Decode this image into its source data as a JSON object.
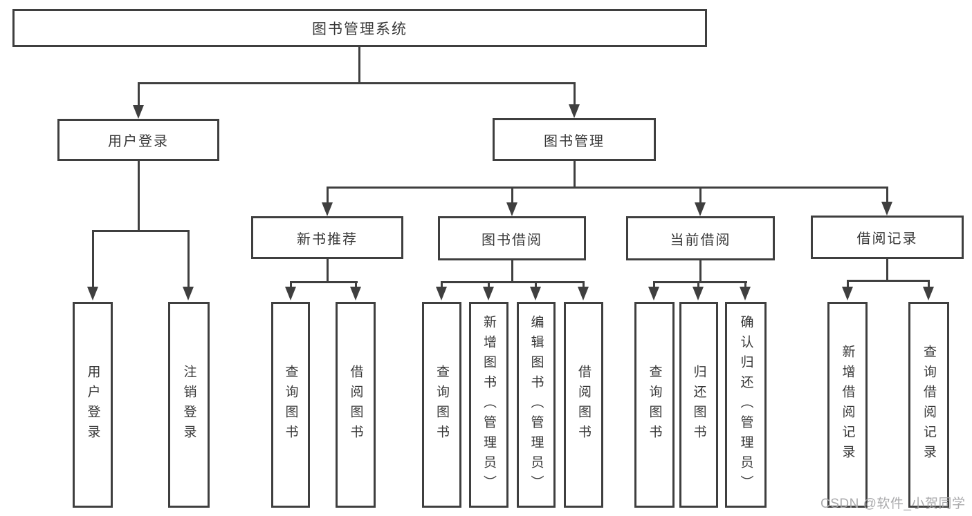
{
  "diagram": {
    "root": {
      "label": "图书管理系统"
    },
    "level1": [
      {
        "label": "用户登录",
        "children": [
          {
            "label": "用户登录"
          },
          {
            "label": "注销登录"
          }
        ]
      },
      {
        "label": "图书管理",
        "children": [
          {
            "label": "新书推荐",
            "children": [
              {
                "label": "查询图书"
              },
              {
                "label": "借阅图书"
              }
            ]
          },
          {
            "label": "图书借阅",
            "children": [
              {
                "label": "查询图书"
              },
              {
                "label": "新增图书（管理员）"
              },
              {
                "label": "编辑图书（管理员）"
              },
              {
                "label": "借阅图书"
              }
            ]
          },
          {
            "label": "当前借阅",
            "children": [
              {
                "label": "查询图书"
              },
              {
                "label": "归还图书"
              },
              {
                "label": "确认归还（管理员）"
              }
            ]
          },
          {
            "label": "借阅记录",
            "children": [
              {
                "label": "新增借阅记录"
              },
              {
                "label": "查询借阅记录"
              }
            ]
          }
        ]
      }
    ]
  },
  "watermark": {
    "text": "CSDN @软件_小贺同学"
  },
  "colors": {
    "line": "#3f3f3f",
    "text": "#383838",
    "watermark": "#a5a5a8",
    "background": "#ffffff"
  }
}
